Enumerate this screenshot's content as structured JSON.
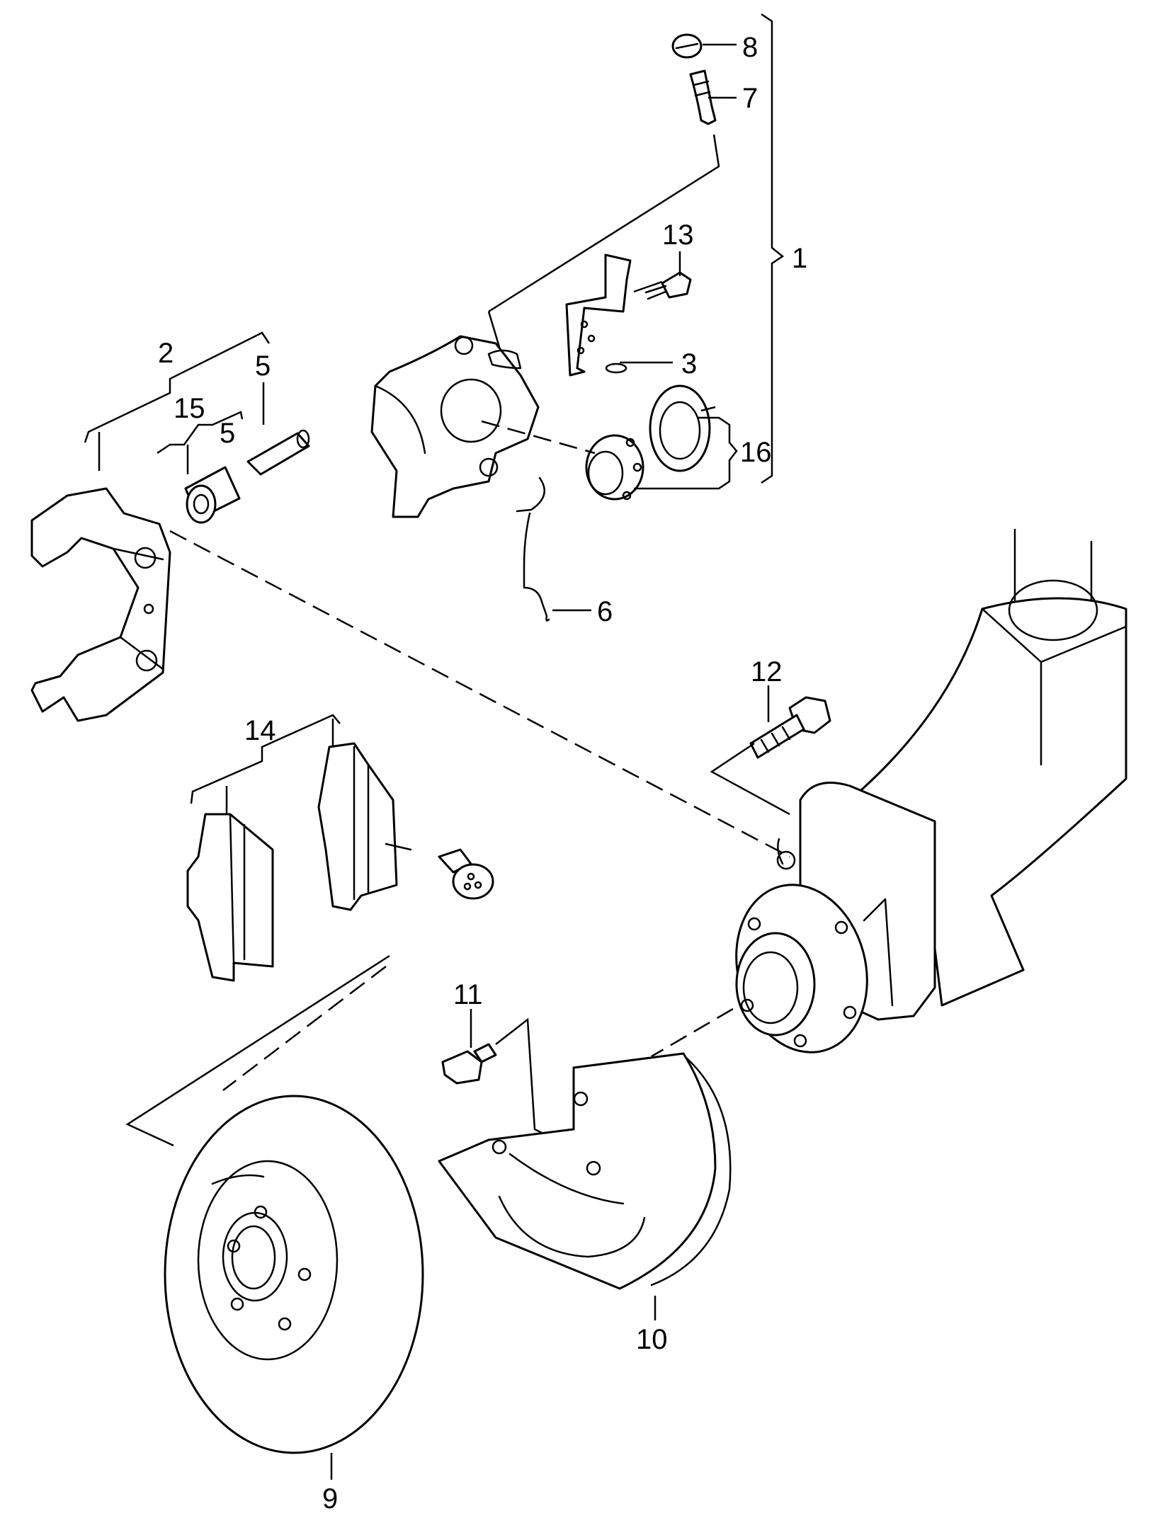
{
  "callouts": {
    "c1": "1",
    "c2": "2",
    "c3": "3",
    "c5a": "5",
    "c5b": "5",
    "c6": "6",
    "c7": "7",
    "c8": "8",
    "c9": "9",
    "c10": "10",
    "c11": "11",
    "c12": "12",
    "c13": "13",
    "c14": "14",
    "c15": "15",
    "c16": "16"
  },
  "colors": {
    "ink": "#000000",
    "paper": "#ffffff"
  }
}
